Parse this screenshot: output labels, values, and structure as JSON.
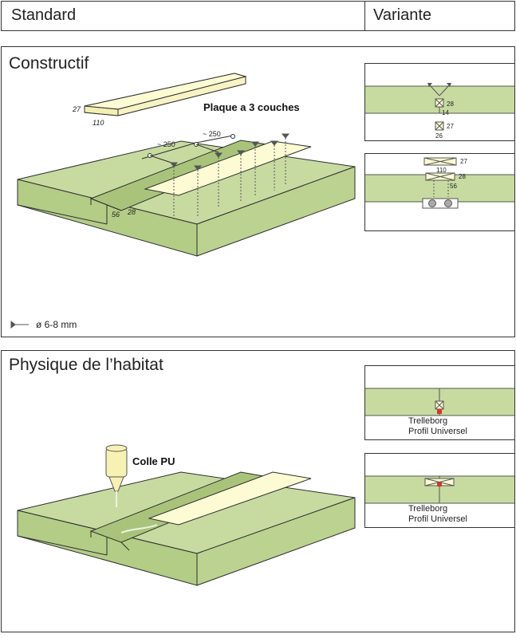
{
  "header": {
    "standard": "Standard",
    "variante": "Variante"
  },
  "constructif": {
    "title": "Constructif",
    "plank_label": "Plaque a 3 couches",
    "plank_thickness": "27",
    "plank_width": "110",
    "spacing_1": "~ 250",
    "spacing_2": "~ 250",
    "rebate_w": "56",
    "rebate_h": "28",
    "nail_legend": "ø 6-8 mm",
    "variant1": {
      "dim_a": "28",
      "dim_b": "14",
      "dim_c": "27",
      "dim_d": "26"
    },
    "variant2": {
      "dim_a": "27",
      "dim_b": "110",
      "dim_c": "28",
      "dim_d": "56"
    }
  },
  "physique": {
    "title": "Physique de l’habitat",
    "glue_label": "Colle PU",
    "variant1": {
      "line1": "Trelleborg",
      "line2": "Profil Universel"
    },
    "variant2": {
      "line1": "Trelleborg",
      "line2": "Profil Universel"
    }
  },
  "colors": {
    "green": "#c7dba1",
    "green_dark": "#b3cc86",
    "wood": "#fdfbd3",
    "outline": "#2f2f2f",
    "seal": "#d8362a"
  }
}
